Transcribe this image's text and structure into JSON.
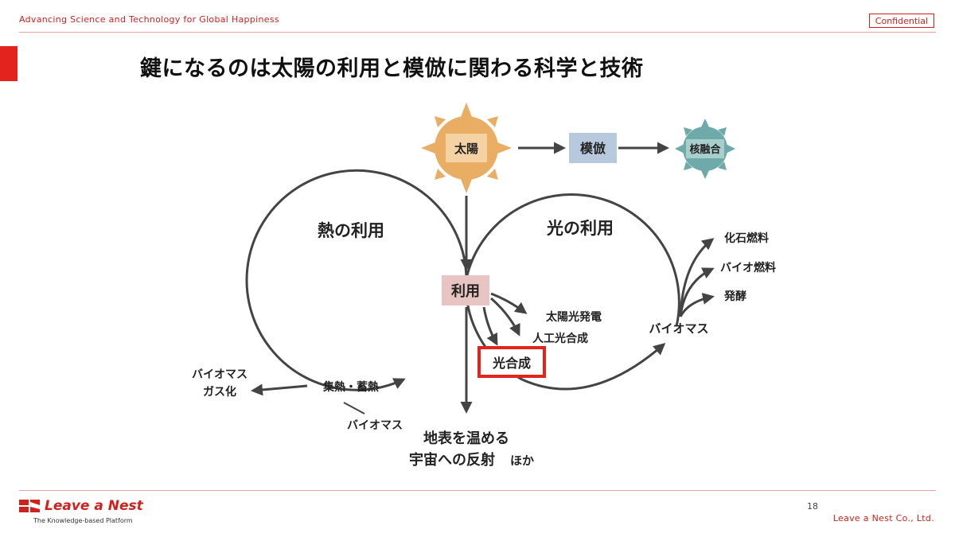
{
  "header": {
    "tagline": "Advancing Science and Technology for Global Happiness",
    "confidential": "Confidential"
  },
  "title": "鍵になるのは太陽の利用と模倣に関わる科学と技術",
  "diagram": {
    "sun": "太陽",
    "imitation": "模倣",
    "fusion": "核融合",
    "heat_use": "熱の利用",
    "light_use": "光の利用",
    "use": "利用",
    "heat_collect": "集熱・蓄熱",
    "biomass_gas_1": "バイオマス",
    "biomass_gas_2": "ガス化",
    "biomass_bottom": "バイオマス",
    "earth_1": "地表を温める",
    "earth_2": "宇宙への反射",
    "earth_etc": "ほか",
    "solar_power": "太陽光発電",
    "artificial_photo": "人工光合成",
    "photosynthesis": "光合成",
    "biomass_right": "バイオマス",
    "fossil_fuel": "化石燃料",
    "bio_fuel": "バイオ燃料",
    "fermentation": "発酵",
    "colors": {
      "sun": "#e9ad64",
      "sun_box": "#f5d2a4",
      "imitation_box": "#b8c9de",
      "fusion": "#6eaaa9",
      "use_box": "#e8c4c2",
      "highlight": "#e3241c"
    }
  },
  "footer": {
    "logo": "Leave a Nest",
    "logo_sub": "The Knowledge-based Platform",
    "page": "18",
    "company": "Leave a Nest Co., Ltd."
  }
}
